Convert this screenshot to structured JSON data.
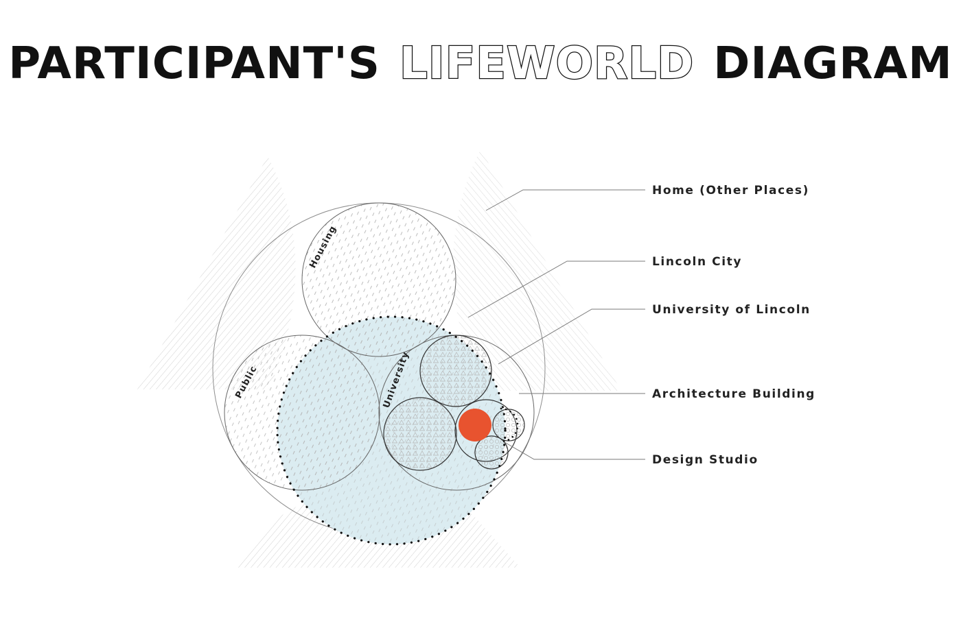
{
  "title": {
    "part1": "PARTICIPANT'S",
    "part2": "LIFEWORLD",
    "part3": "DIAGRAM"
  },
  "legend": [
    "Home (Other Places)",
    "Lincoln City",
    "University of Lincoln",
    "Architecture Building",
    "Design Studio"
  ],
  "circle_labels": {
    "housing": "Housing",
    "public": "Public",
    "university": "University"
  },
  "colors": {
    "ink": "#222222",
    "line": "#8a8a8a",
    "hatch": "#c9c9c9",
    "highlight_fill": "#dbecf1",
    "studio_fill": "#e8532f"
  }
}
